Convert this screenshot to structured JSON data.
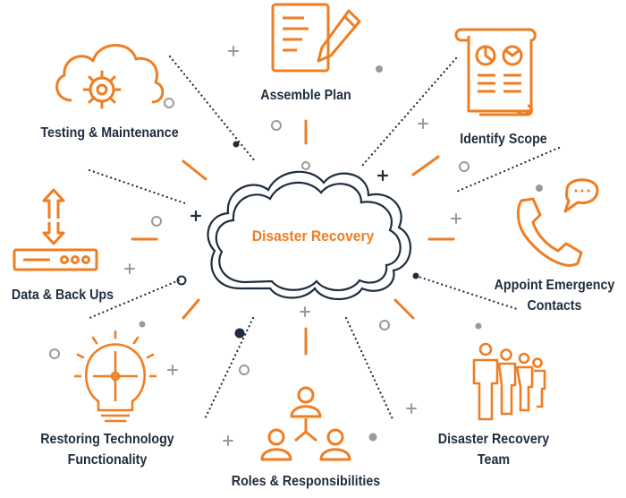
{
  "center": {
    "label": "Disaster Recovery"
  },
  "nodes": [
    {
      "id": "assemble-plan",
      "label": "Assemble Plan",
      "icon": "document-pen-icon"
    },
    {
      "id": "identify-scope",
      "label": "Identify Scope",
      "icon": "report-scroll-icon"
    },
    {
      "id": "appoint-contacts",
      "label_line1": "Appoint Emergency",
      "label_line2": "Contacts",
      "icon": "phone-chat-icon"
    },
    {
      "id": "dr-team",
      "label_line1": "Disaster Recovery",
      "label_line2": "Team",
      "icon": "team-people-icon"
    },
    {
      "id": "roles",
      "label": "Roles & Responsibilities",
      "icon": "org-people-icon"
    },
    {
      "id": "restoring",
      "label_line1": "Restoring Technology",
      "label_line2": "Functionality",
      "icon": "lightbulb-puzzle-icon"
    },
    {
      "id": "backups",
      "label": "Data & Back Ups",
      "icon": "server-transfer-icon"
    },
    {
      "id": "testing",
      "label": "Testing & Maintenance",
      "icon": "cloud-gear-icon"
    }
  ],
  "colors": {
    "accent": "#ef7d22",
    "navy": "#1f2d3d",
    "gray": "#9a9a9a",
    "cloud_outline": "#1f2d3d"
  }
}
